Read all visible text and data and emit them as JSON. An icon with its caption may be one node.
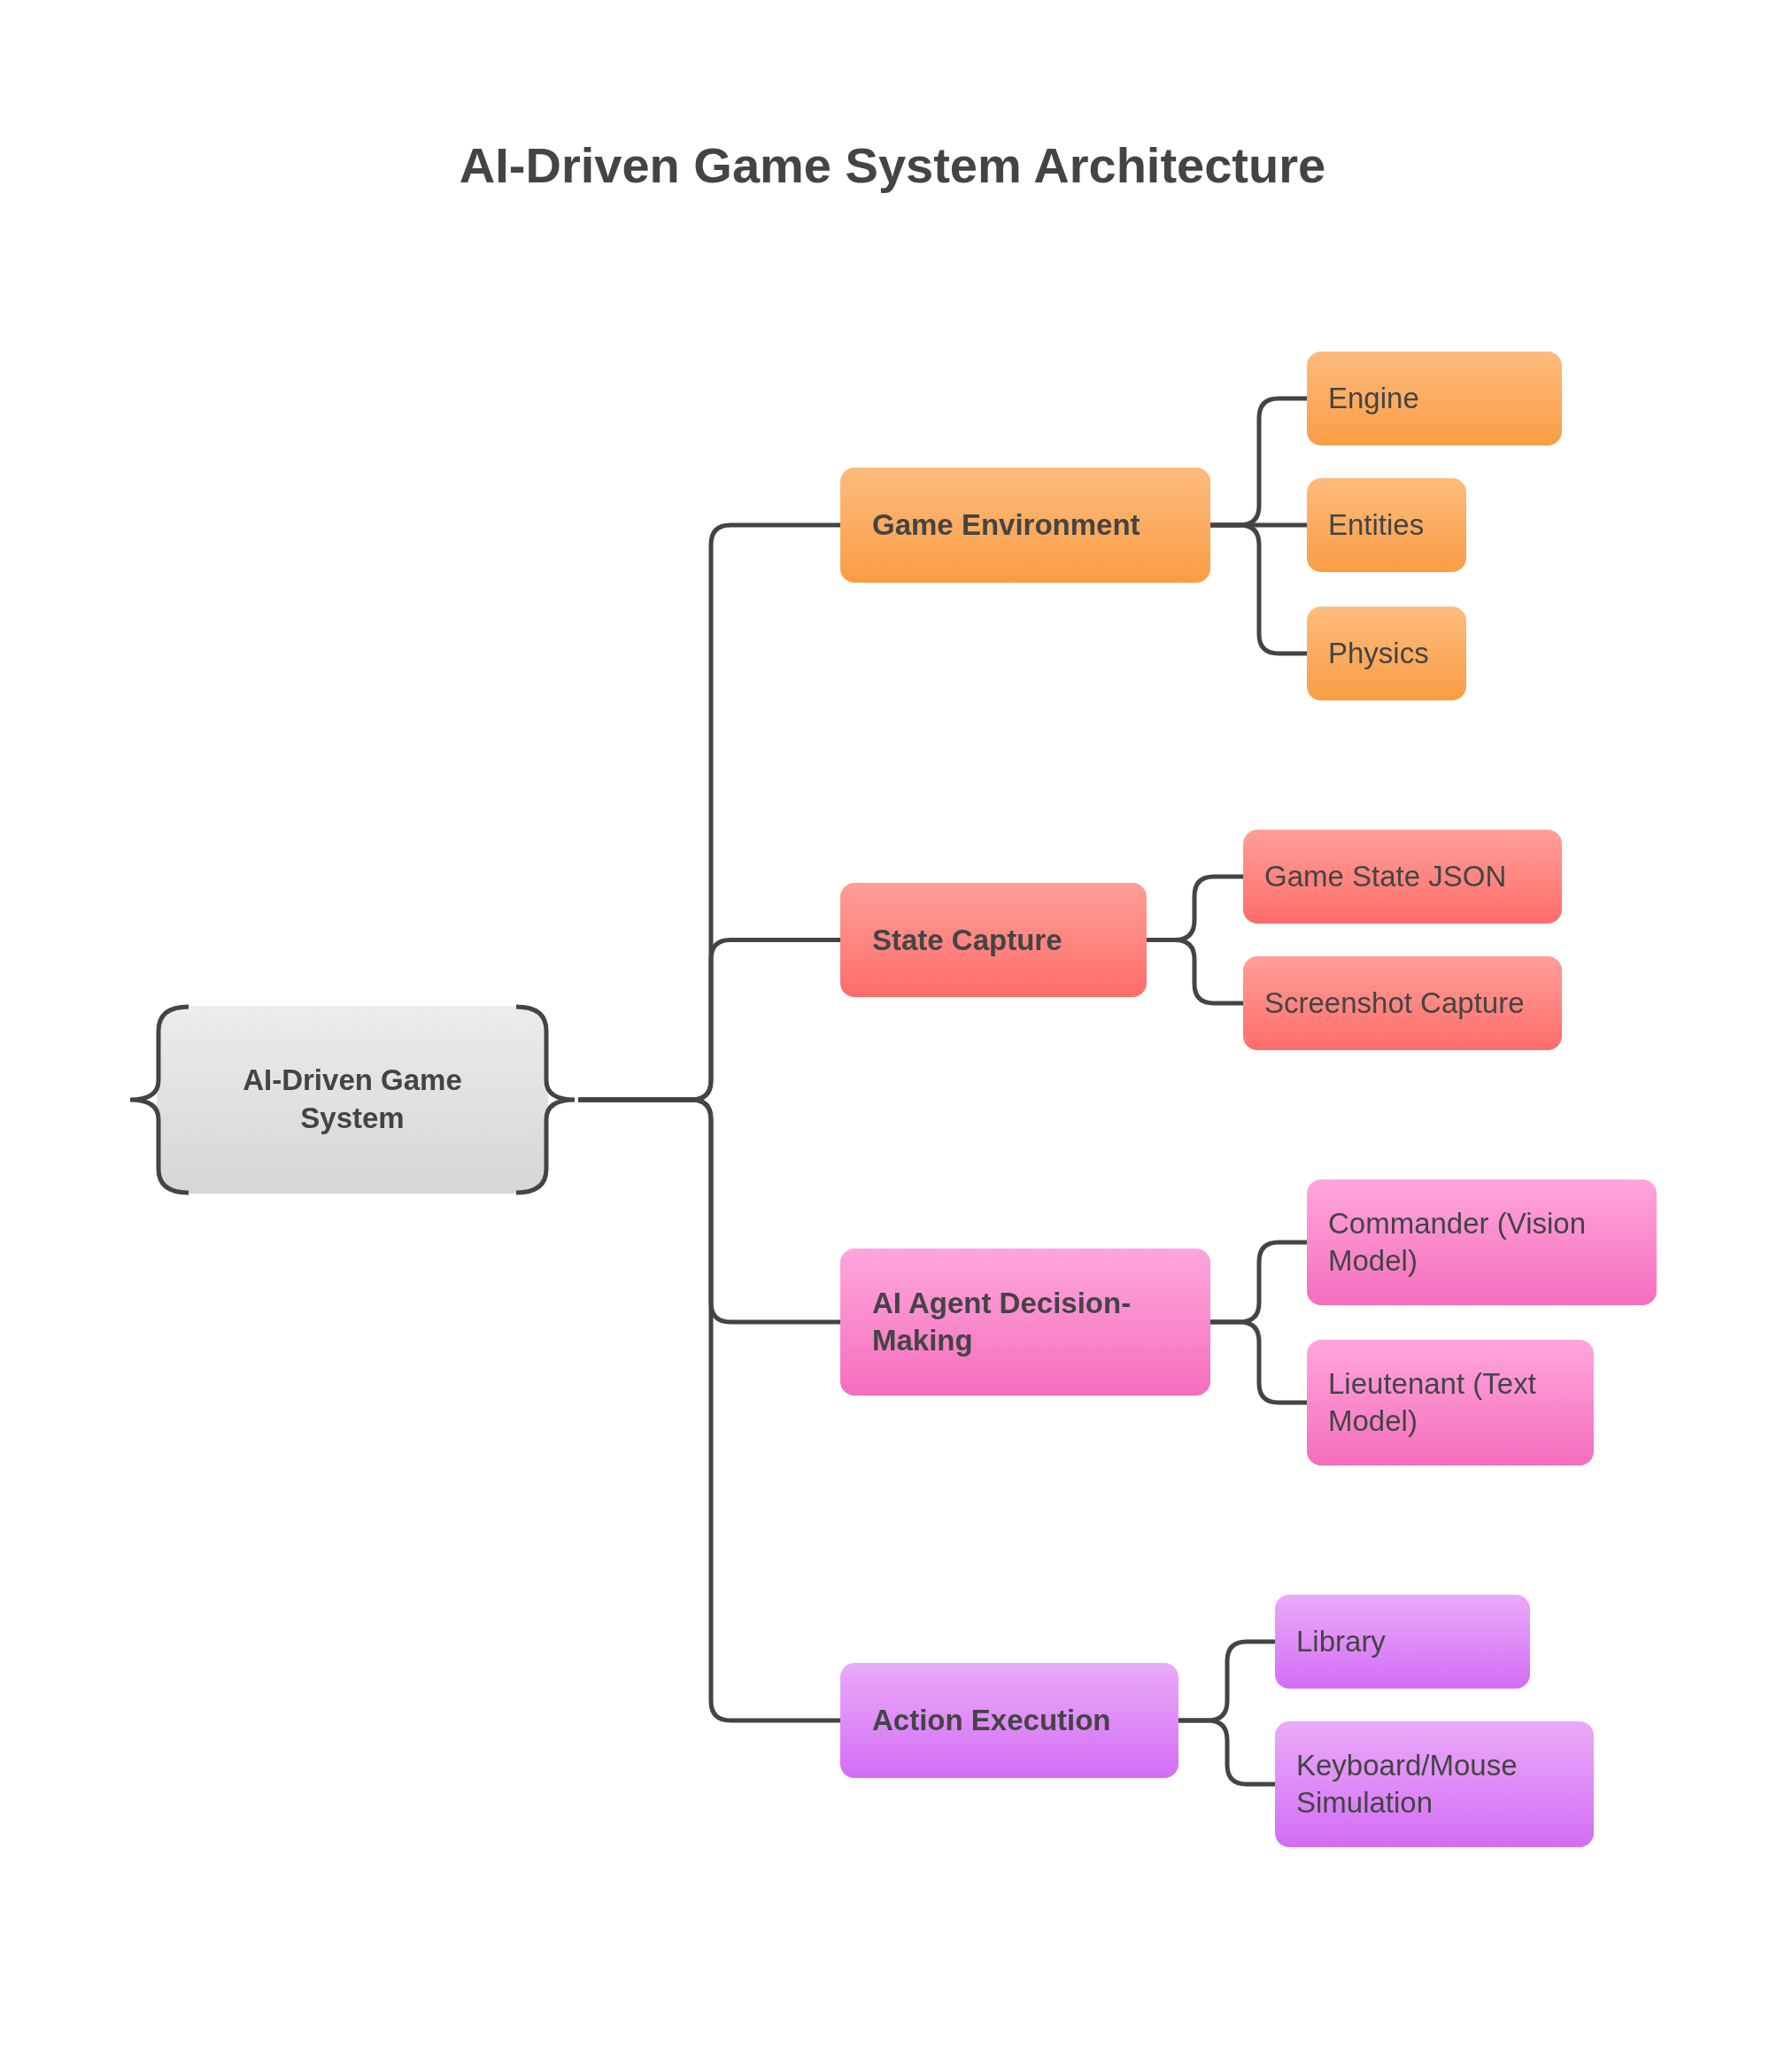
{
  "diagram": {
    "title": "AI-Driven Game System Architecture",
    "nodes": [
      {
        "text": [
          "AI-Driven Game System"
        ]
      },
      {
        "text": [
          "Game Environment"
        ]
      },
      {
        "text": [
          "Engine"
        ]
      },
      {
        "text": [
          "Entities"
        ]
      },
      {
        "text": [
          "Physics"
        ]
      },
      {
        "text": [
          "State Capture"
        ]
      },
      {
        "text": [
          "Game State JSON"
        ]
      },
      {
        "text": [
          "Screenshot Capture"
        ]
      },
      {
        "text": [
          "AI Agent Decision-Making"
        ]
      },
      {
        "text": [
          "Commander (Vision Model)"
        ]
      },
      {
        "text": [
          "Lieutenant (Text Model)"
        ]
      },
      {
        "text": [
          "Action Execution"
        ]
      },
      {
        "text": [
          "Library"
        ]
      },
      {
        "text": [
          "Keyboard/Mouse Simulation"
        ]
      }
    ],
    "edges": [
      {
        "from": 0,
        "to": 1,
        "arrow": "none"
      },
      {
        "from": 0,
        "to": 5,
        "arrow": "none"
      },
      {
        "from": 0,
        "to": 8,
        "arrow": "none"
      },
      {
        "from": 0,
        "to": 11,
        "arrow": "none"
      },
      {
        "from": 1,
        "to": 2,
        "arrow": "none"
      },
      {
        "from": 1,
        "to": 3,
        "arrow": "none"
      },
      {
        "from": 1,
        "to": 4,
        "arrow": "none"
      },
      {
        "from": 5,
        "to": 6,
        "arrow": "none"
      },
      {
        "from": 5,
        "to": 7,
        "arrow": "none"
      },
      {
        "from": 8,
        "to": 9,
        "arrow": "none"
      },
      {
        "from": 8,
        "to": 10,
        "arrow": "none"
      },
      {
        "from": 11,
        "to": 12,
        "arrow": "none"
      },
      {
        "from": 11,
        "to": 13,
        "arrow": "none"
      }
    ]
  }
}
